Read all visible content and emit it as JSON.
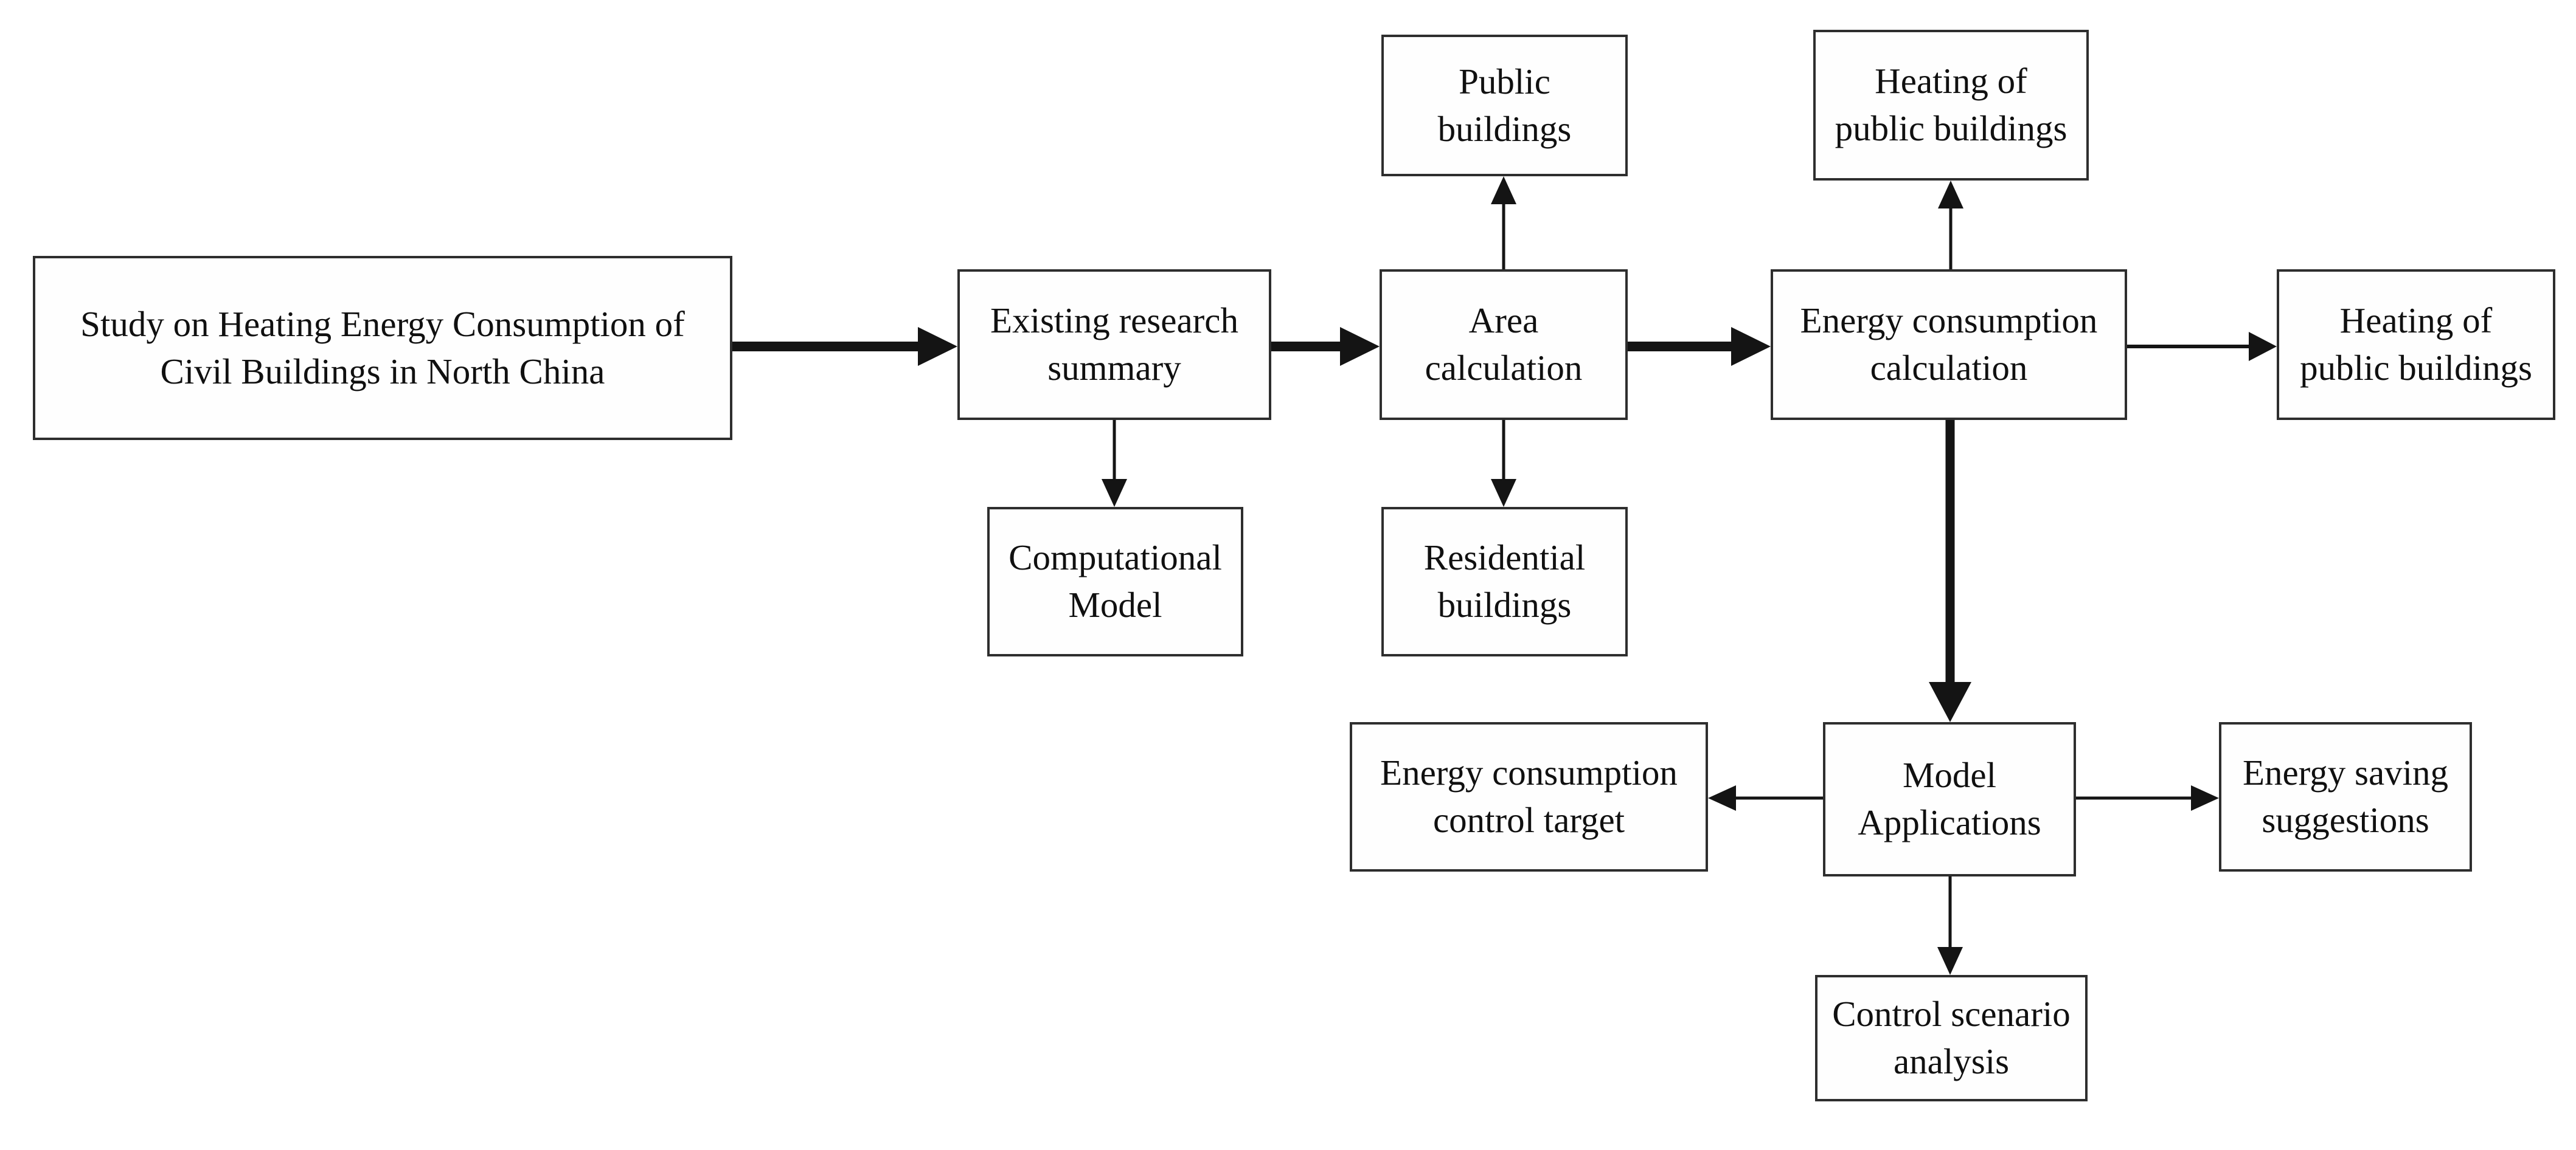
{
  "diagram": {
    "type": "flowchart",
    "background": "#ffffff",
    "colors": {
      "box_border": "#2e2e2e",
      "box_fill": "#fefefe",
      "text": "#101010",
      "arrow": "#141414"
    },
    "nodes": {
      "study": {
        "label": "Study on Heating Energy Consumption of Civil Buildings in North China"
      },
      "existing_research": {
        "label": "Existing research summary"
      },
      "area_calculation": {
        "label": "Area calculation"
      },
      "energy_calculation": {
        "label": "Energy consumption calculation"
      },
      "heating_public_right": {
        "label": "Heating of public buildings"
      },
      "public_buildings": {
        "label": "Public buildings"
      },
      "heating_public_top": {
        "label": "Heating of public buildings"
      },
      "computational_model": {
        "label": "Computational Model"
      },
      "residential_buildings": {
        "label": "Residential buildings"
      },
      "control_target": {
        "label": "Energy consumption control target"
      },
      "model_applications": {
        "label": "Model Applications"
      },
      "energy_saving": {
        "label": "Energy saving suggestions"
      },
      "control_scenario": {
        "label": "Control scenario analysis"
      }
    },
    "edges": [
      {
        "from": "study",
        "to": "existing_research",
        "weight": "thick",
        "direction": "right"
      },
      {
        "from": "existing_research",
        "to": "area_calculation",
        "weight": "thick",
        "direction": "right"
      },
      {
        "from": "area_calculation",
        "to": "energy_calculation",
        "weight": "thick",
        "direction": "right"
      },
      {
        "from": "energy_calculation",
        "to": "heating_public_right",
        "weight": "thin",
        "direction": "right"
      },
      {
        "from": "area_calculation",
        "to": "public_buildings",
        "weight": "thin",
        "direction": "up"
      },
      {
        "from": "energy_calculation",
        "to": "heating_public_top",
        "weight": "thin",
        "direction": "up"
      },
      {
        "from": "existing_research",
        "to": "computational_model",
        "weight": "thin",
        "direction": "down"
      },
      {
        "from": "area_calculation",
        "to": "residential_buildings",
        "weight": "thin",
        "direction": "down"
      },
      {
        "from": "energy_calculation",
        "to": "model_applications",
        "weight": "thick",
        "direction": "down"
      },
      {
        "from": "model_applications",
        "to": "control_target",
        "weight": "thin",
        "direction": "left"
      },
      {
        "from": "model_applications",
        "to": "energy_saving",
        "weight": "thin",
        "direction": "right"
      },
      {
        "from": "model_applications",
        "to": "control_scenario",
        "weight": "thin",
        "direction": "down"
      }
    ]
  }
}
